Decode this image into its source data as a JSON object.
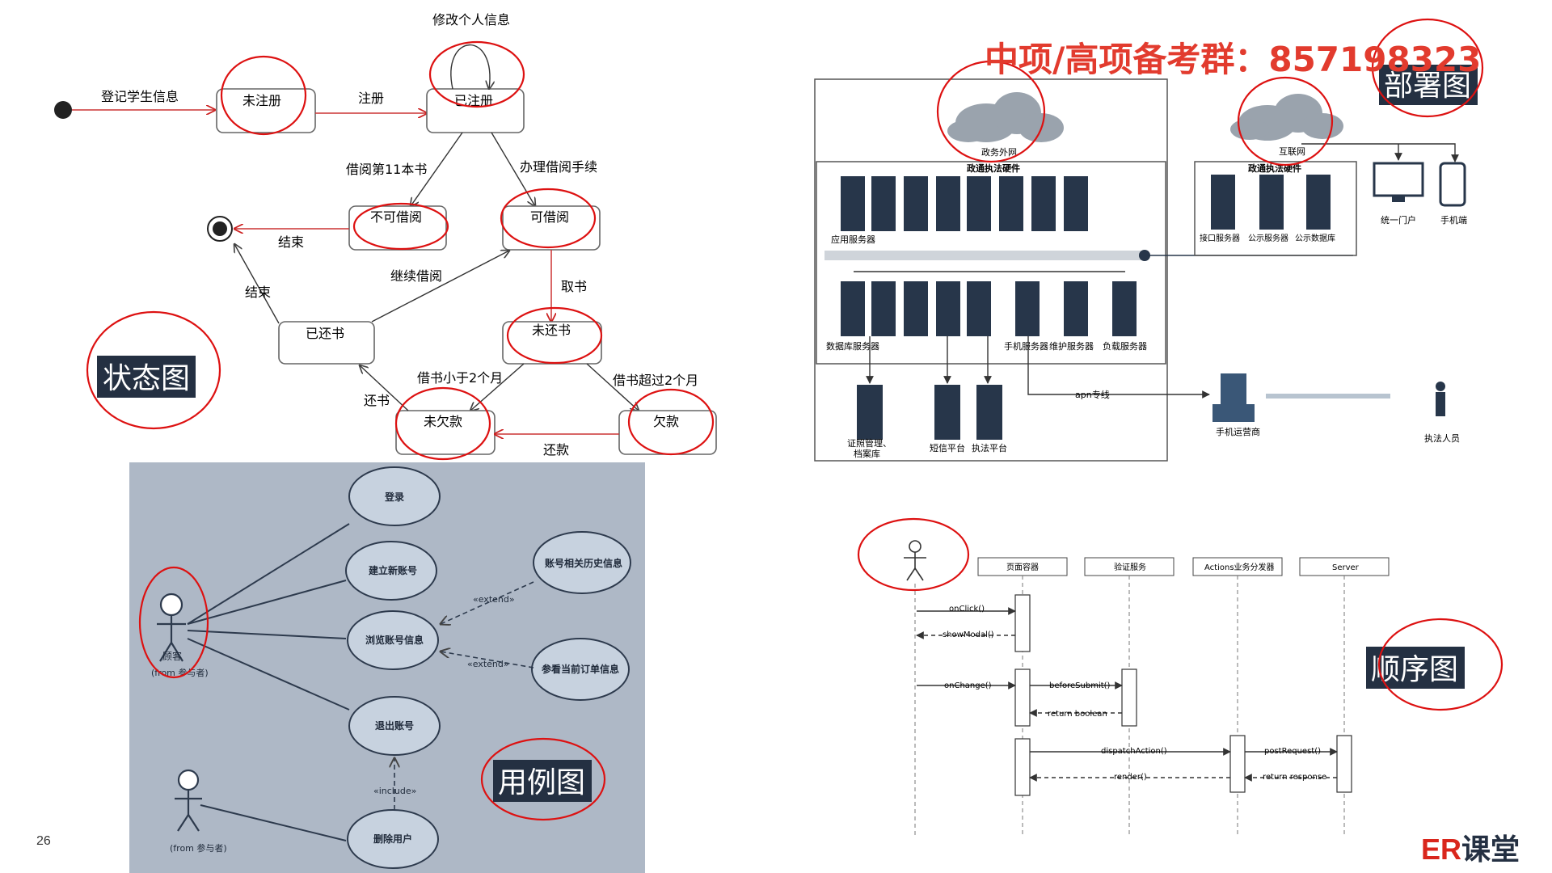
{
  "watermark": "中项/高项备考群：857198323",
  "slide_number": "26",
  "logo": {
    "er": "ER",
    "rest": "课堂"
  },
  "diagram_tags": {
    "state": "状态图",
    "deploy": "部署图",
    "usecase": "用例图",
    "sequence": "顺序图"
  },
  "state_diagram": {
    "states": {
      "unregistered": "未注册",
      "registered": "已注册",
      "not_borrowable": "不可借阅",
      "borrowable": "可借阅",
      "returned": "已还书",
      "not_returned": "未还书",
      "no_debt": "未欠款",
      "debt": "欠款"
    },
    "transitions": {
      "enter_info": "登记学生信息",
      "modify_info": "修改个人信息",
      "register": "注册",
      "borrow_11": "借阅第11本书",
      "borrow_proc": "办理借阅手续",
      "end1": "结束",
      "end2": "结束",
      "continue": "继续借阅",
      "take": "取书",
      "lt2": "借书小于2个月",
      "gt2": "借书超过2个月",
      "return1": "还书",
      "return2": "还款"
    }
  },
  "deployment_diagram": {
    "gov_net": "政务外网",
    "gov_hw": "政通执法硬件",
    "app_server": "应用服务器",
    "db_server": "数据库服务器",
    "mobile_server": "手机服务器",
    "maint_server": "维护服务器",
    "load_server": "负载服务器",
    "cert_db": "证照管理、",
    "cert_db2": "档案库",
    "sms": "短信平台",
    "law_platform": "执法平台",
    "apn": "apn专线",
    "operator": "手机运营商",
    "officer": "执法人员",
    "internet": "互联网",
    "gov_hw2": "政通执法硬件",
    "iface_server": "接口服务器",
    "pub_server": "公示服务器",
    "pub_db": "公示数据库",
    "portal": "统一门户",
    "phone": "手机端"
  },
  "usecase_diagram": {
    "actor_customer": "顾客",
    "actor_from": "(from 参与者)",
    "actor2_from": "(from 参与者)",
    "uc_login": "登录",
    "uc_create": "建立新账号",
    "uc_browse": "浏览账号信息",
    "uc_logout": "退出账号",
    "uc_delete": "删除用户",
    "uc_history": "账号相关历史信息",
    "uc_orders": "参看当前订单信息",
    "extend1": "«extend»",
    "extend2": "«extend»",
    "include": "«include»"
  },
  "sequence_diagram": {
    "lifelines": [
      "页面容器",
      "验证服务",
      "Actions业务分发器",
      "Server"
    ],
    "messages": {
      "onclick": "onClick()",
      "showmodal": "showModal()",
      "onchange": "onChange()",
      "beforesubmit": "beforeSubmit()",
      "returnbool": "return boolean",
      "dispatch": "dispatchAction()",
      "render": "render()",
      "postreq": "postRequest()",
      "returnresp": "return response"
    }
  }
}
